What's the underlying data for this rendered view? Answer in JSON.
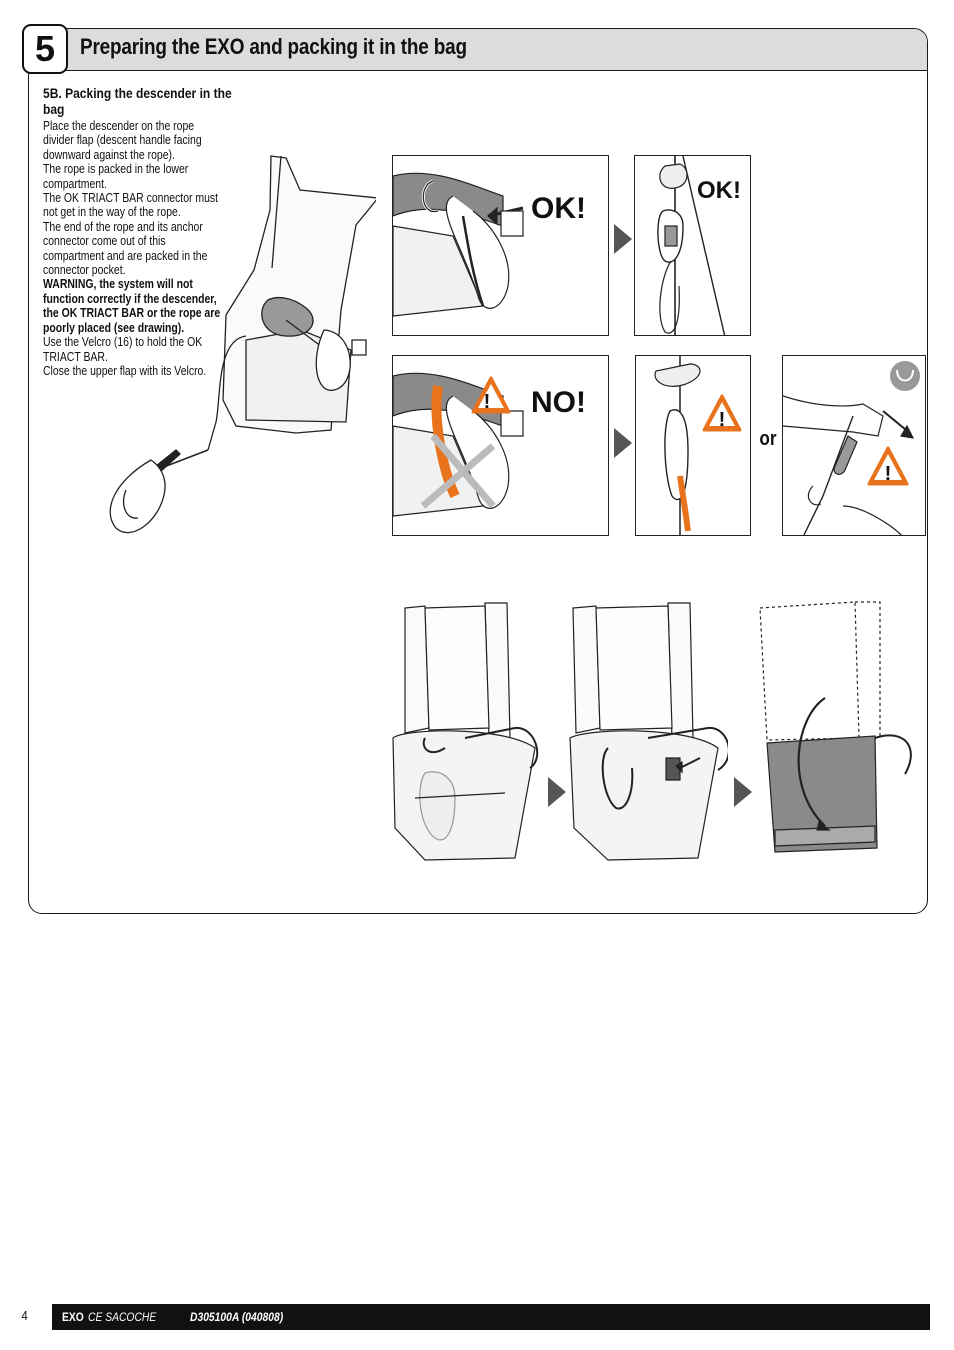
{
  "header": {
    "step_number": "5",
    "title": "Preparing the EXO and packing it in the bag"
  },
  "section": {
    "heading": "5B. Packing the descender in the bag",
    "paragraphs": [
      "Place the descender on the rope divider flap (descent handle facing downward against the rope).",
      "The rope is packed in the lower compartment.",
      "The OK TRIACT BAR connector must not get in the way of the rope.",
      "The end of the rope and its anchor connector come out of this compartment and are packed in the connector pocket."
    ],
    "warning": "WARNING, the system will not function correctly if the descender, the OK TRIACT BAR or the rope are poorly placed (see drawing).",
    "closing": [
      "Use the Velcro (16) to hold the OK TRIACT BAR.",
      "Close the upper flap with its Velcro."
    ]
  },
  "illustrations": {
    "ok_label_1": "OK!",
    "ok_label_2": "OK!",
    "no_label": "NO!",
    "or_label": "or",
    "warning_mark": "!",
    "warning_icon": "warning-triangle-icon",
    "arrow_icon": "right-triangle-arrow-icon",
    "carabiner_icon": "carabiner-icon"
  },
  "colors": {
    "accent_orange": "#e8731c",
    "header_gray": "#dcdcdc",
    "bag_gray": "#8a8a8a",
    "arrow_gray": "#555555"
  },
  "footer": {
    "page_number": "4",
    "product": "EXO",
    "subtitle": "CE SACOCHE",
    "reference": "D305100A (040808)"
  }
}
